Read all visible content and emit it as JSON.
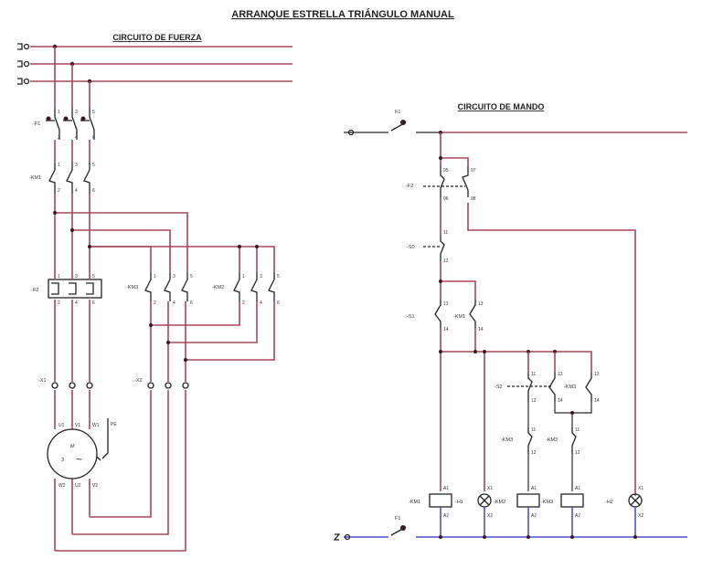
{
  "title": "ARRANQUE ESTRELLA TRIÁNGULO MANUAL",
  "power": {
    "heading": "CIRCUITO DE FUERZA",
    "labels": {
      "f1": "-F1",
      "km1": "-KM1",
      "f2": "-F2",
      "km3": "-KM3",
      "km2": "-KM2",
      "x1": "-X1",
      "x2": "-X2",
      "motor_m": "M",
      "motor_3": "3",
      "motor_ac": "~",
      "u1": "U1",
      "v1": "V1",
      "w1": "W1",
      "pe": "PE",
      "w2": "W2",
      "u2": "U2",
      "v2": "V2"
    },
    "terminals_top": [
      "1",
      "3",
      "5"
    ],
    "terminals_bottom": [
      "2",
      "4",
      "6"
    ]
  },
  "control": {
    "heading": "CIRCUITO DE MANDO",
    "labels": {
      "f1": "F1",
      "f2": "-F2",
      "s0": "-S0",
      "s1": "-S1",
      "km1": "-KM1",
      "s2": "-S2",
      "km3a": "-KM3",
      "km3b": "-KM3",
      "km2": "-KM2",
      "coil_km1": "-KM1",
      "h1": "-H1",
      "coil_km2": "-KM2",
      "coil_km3": "-KM3",
      "h2": "-H2"
    },
    "pins": {
      "n95": "95",
      "n96": "96",
      "n97": "97",
      "n98": "98",
      "n11": "11",
      "n12": "12",
      "n13": "13",
      "n14": "14",
      "a1": "A1",
      "a2": "A2",
      "x1": "X1",
      "x2": "X2"
    }
  },
  "colors": {
    "phase_wire": "#a8465a",
    "neutral_wire": "#4b54c8",
    "conductor": "#4a4a4a"
  }
}
